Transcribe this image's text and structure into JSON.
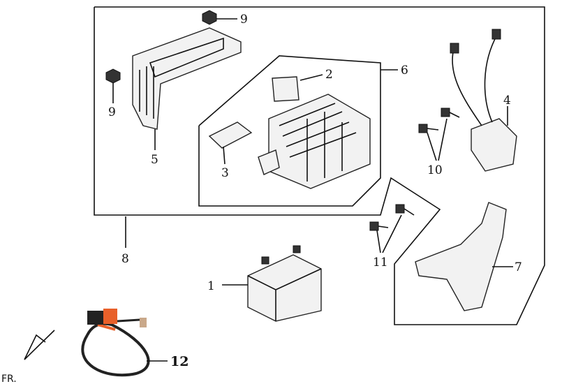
{
  "diagram": {
    "labels": {
      "nut_top": "9",
      "nut_left": "9",
      "regulator_assembly": "6",
      "pad_top": "2",
      "rectifier": "4",
      "cover": "5",
      "pad_bottom": "3",
      "bolts_10": "10",
      "battery_box_assembly": "8",
      "bolts_11": "11",
      "bracket": "7",
      "battery": "1",
      "wire_harness": "12"
    },
    "direction_marker": "FR.",
    "colors": {
      "line": "#111111",
      "harness_accent": "#e8602a"
    }
  }
}
